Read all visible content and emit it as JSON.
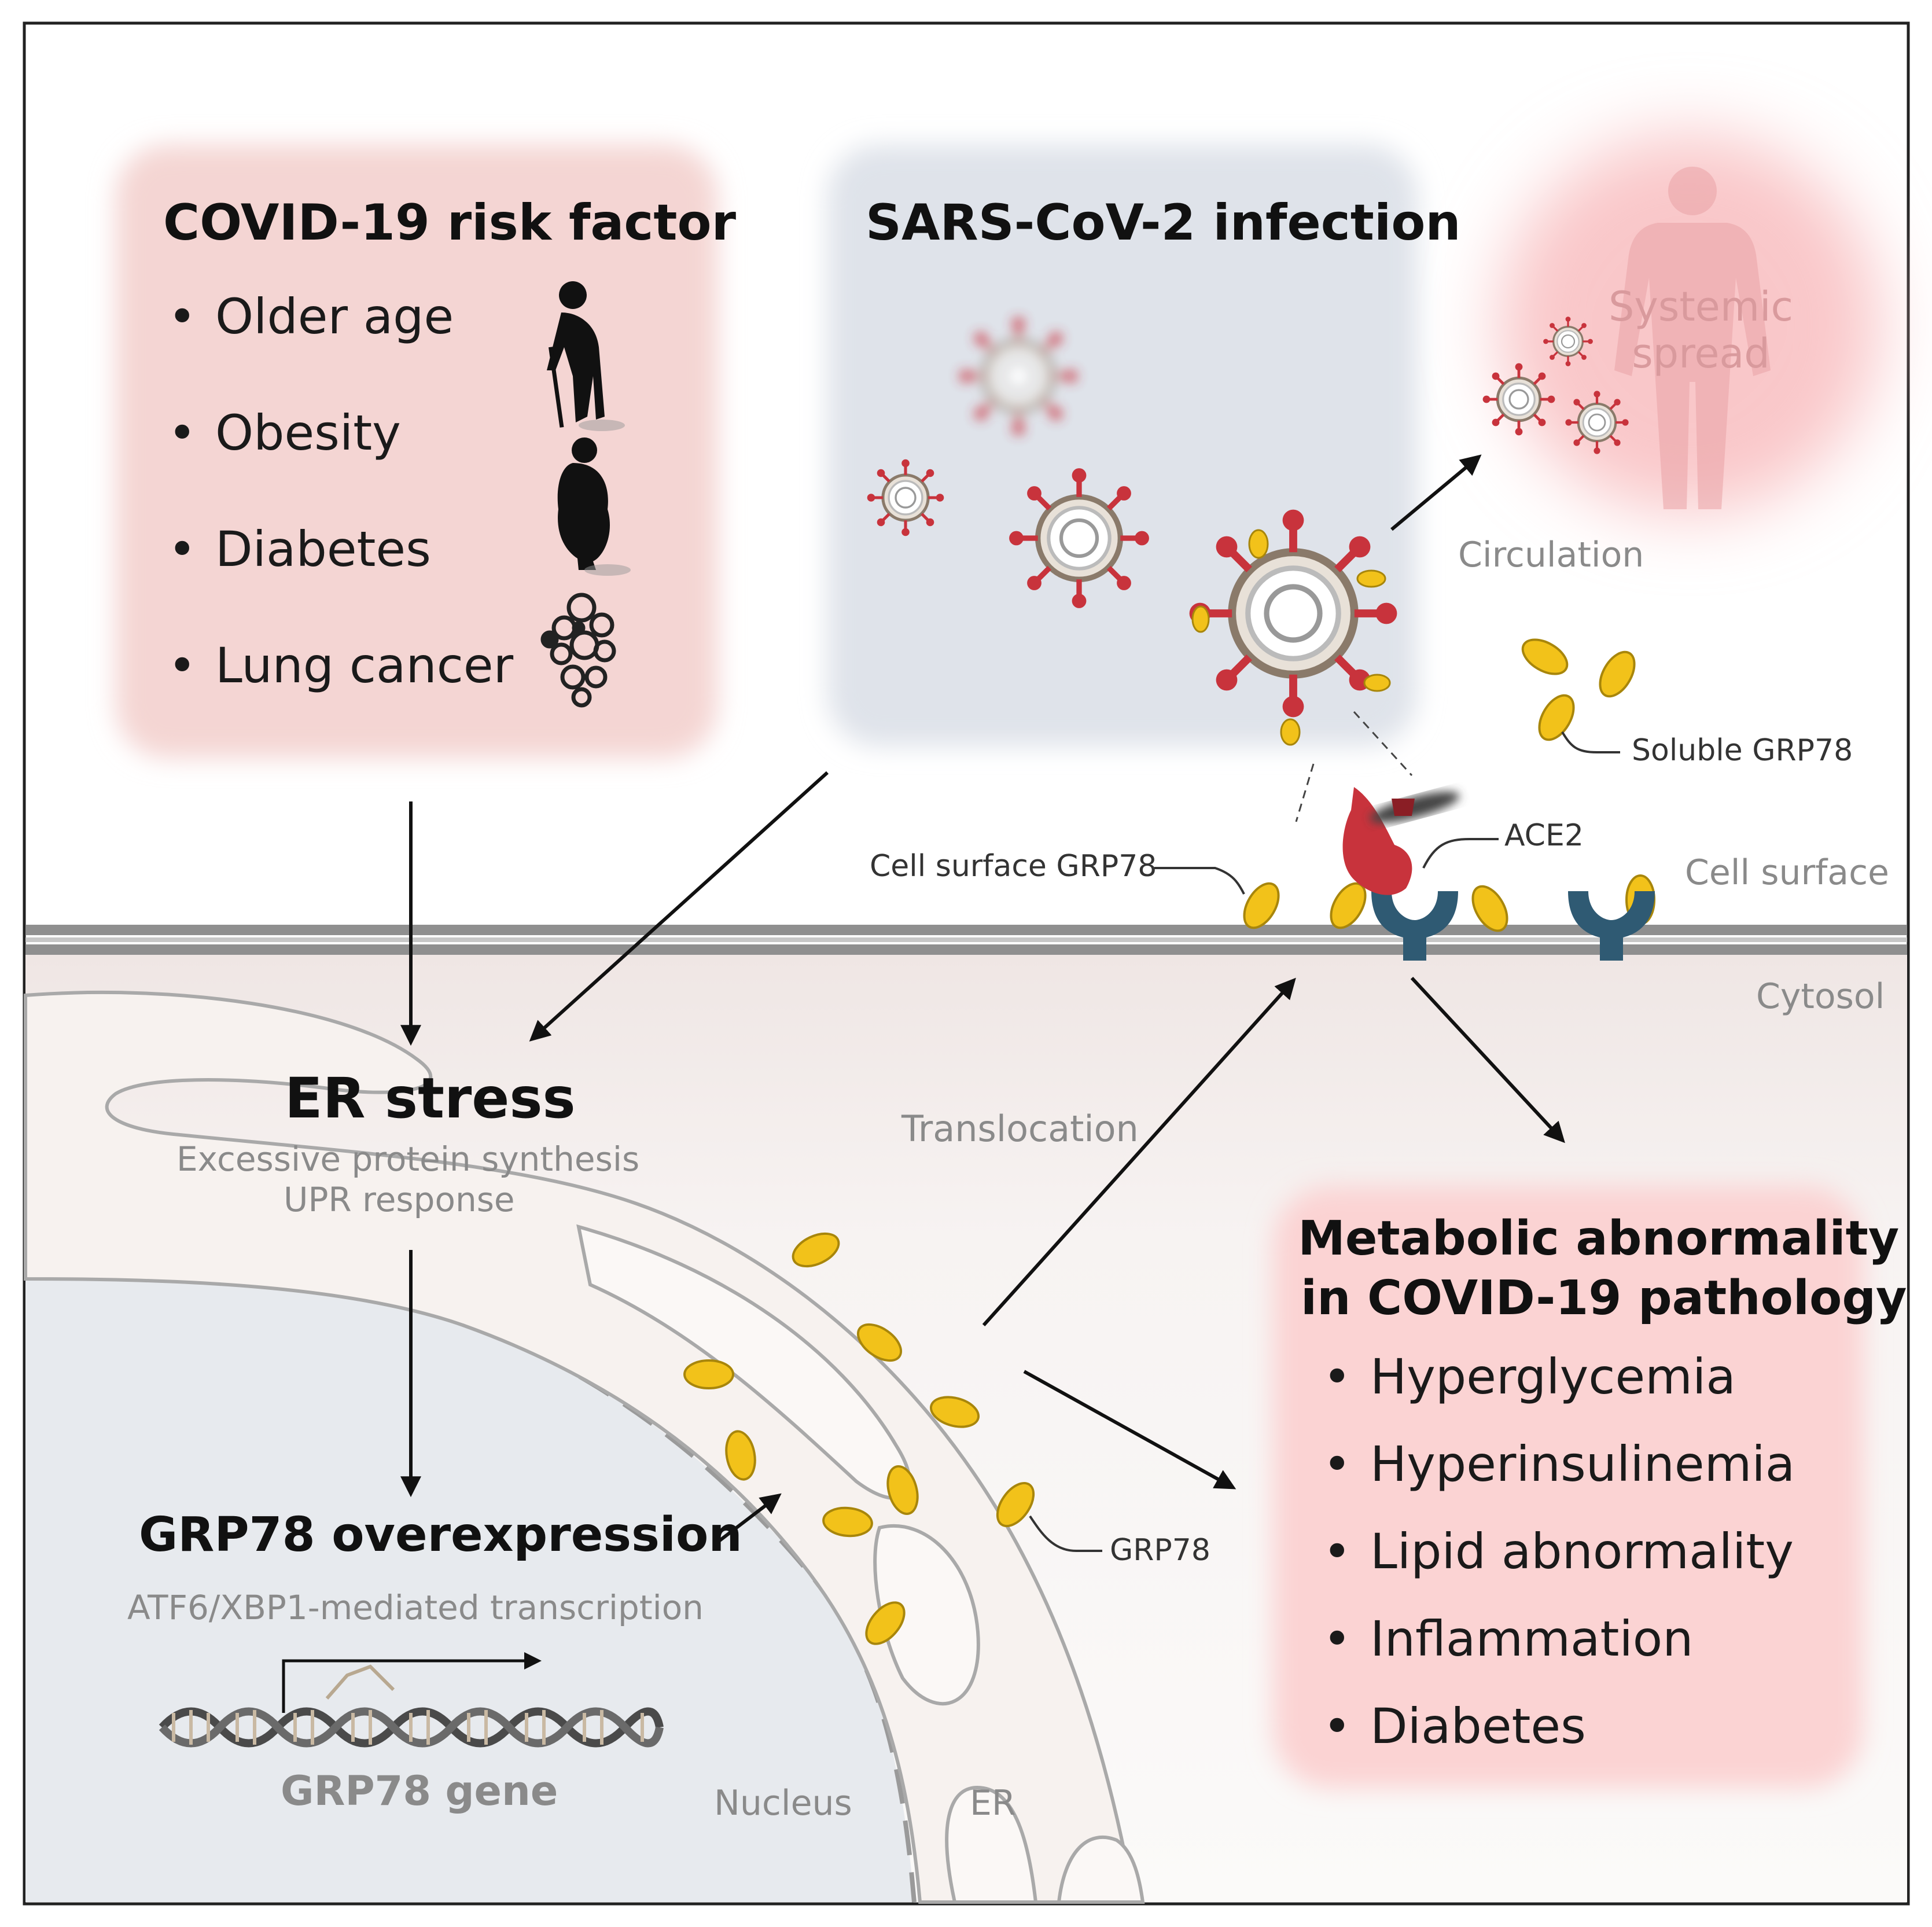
{
  "risk_box": {
    "title": "COVID-19 risk factor",
    "items": [
      "Older age",
      "Obesity",
      "Diabetes",
      "Lung cancer"
    ]
  },
  "infection_box": {
    "title": "SARS-CoV-2 infection"
  },
  "systemic": {
    "line1": "Systemic",
    "line2": "spread",
    "circulation": "Circulation"
  },
  "labels": {
    "soluble_grp78": "Soluble GRP78",
    "ace2": "ACE2",
    "cell_surface_grp78": "Cell surface GRP78",
    "cell_surface": "Cell surface",
    "cytosol": "Cytosol",
    "translocation": "Translocation",
    "grp78": "GRP78",
    "nucleus": "Nucleus",
    "er": "ER"
  },
  "er_stress": {
    "title": "ER stress",
    "line1": "Excessive protein synthesis",
    "line2": "UPR response"
  },
  "overexpression": {
    "title": "GRP78 overexpression",
    "subtitle": "ATF6/XBP1-mediated transcription",
    "gene": "GRP78 gene"
  },
  "metabolic_box": {
    "title_line1": "Metabolic abnormality",
    "title_line2": "in COVID-19 pathology",
    "items": [
      "Hyperglycemia",
      "Hyperinsulinemia",
      "Lipid abnormality",
      "Inflammation",
      "Diabetes"
    ]
  },
  "colors": {
    "risk_bg": "#f6dcdc",
    "infection_bg": "#e2e6ec",
    "metabolic_bg": "#fbd6d6",
    "grp78_yellow": "#f2c21a",
    "spike_red": "#c8333c",
    "ace2_blue": "#2f5a73",
    "membrane": "#7a7a7a"
  },
  "icons": [
    "older-person-icon",
    "obese-person-icon",
    "diabetes-icon",
    "lung-cancer-cells-icon",
    "human-body-icon",
    "dna-helix-icon",
    "virus-icon"
  ]
}
